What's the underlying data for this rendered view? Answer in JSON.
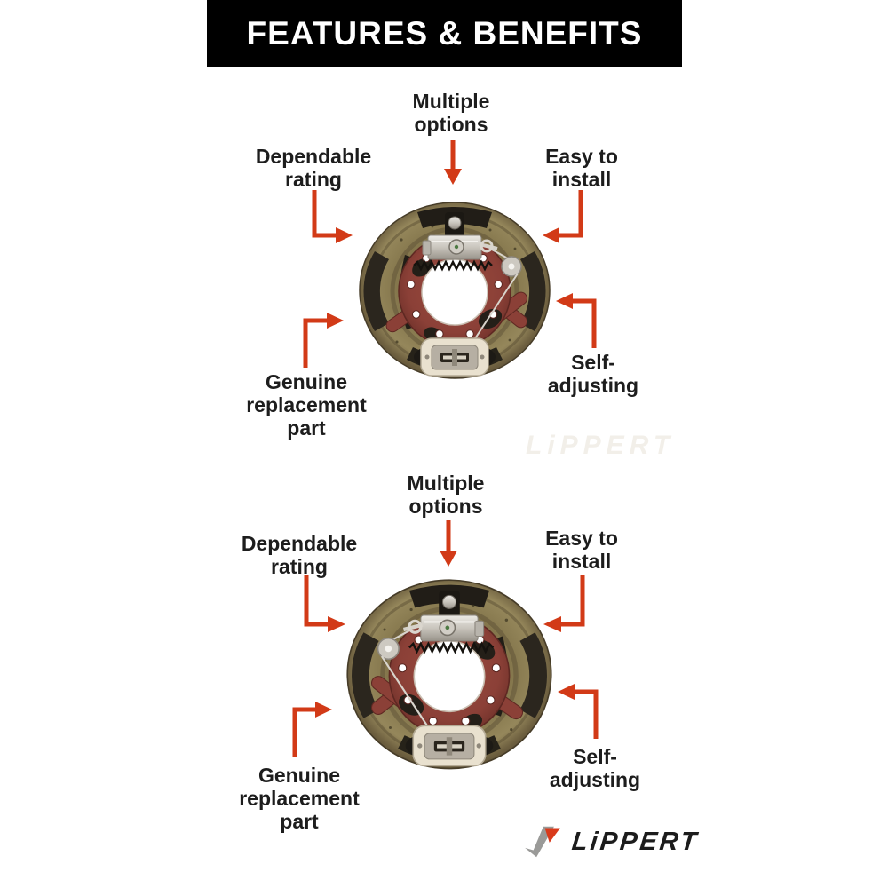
{
  "header": {
    "title": "FEATURES & BENEFITS"
  },
  "colors": {
    "arrow": "#d23a17",
    "banner_bg": "#000000",
    "banner_text": "#ffffff",
    "label_text": "#1d1d1d",
    "drum_olive": "#84764c",
    "plate_maroon": "#8b4037"
  },
  "sections": [
    {
      "name": "top",
      "callouts": {
        "multiple_options": {
          "line1": "Multiple",
          "line2": "options"
        },
        "dependable_rating": {
          "line1": "Dependable",
          "line2": "rating"
        },
        "easy_to_install": {
          "line1": "Easy to",
          "line2": "install"
        },
        "genuine_replacement_part": {
          "line1": "Genuine",
          "line2": "replacement",
          "line3": "part"
        },
        "self_adjusting": {
          "line1": "Self-",
          "line2": "adjusting"
        }
      }
    },
    {
      "name": "bottom",
      "callouts": {
        "multiple_options": {
          "line1": "Multiple",
          "line2": "options"
        },
        "dependable_rating": {
          "line1": "Dependable",
          "line2": "rating"
        },
        "easy_to_install": {
          "line1": "Easy to",
          "line2": "install"
        },
        "genuine_replacement_part": {
          "line1": "Genuine",
          "line2": "replacement",
          "line3": "part"
        },
        "self_adjusting": {
          "line1": "Self-",
          "line2": "adjusting"
        }
      }
    }
  ],
  "watermark": {
    "text": "LiPPERT"
  },
  "logo": {
    "text": "LiPPERT"
  }
}
